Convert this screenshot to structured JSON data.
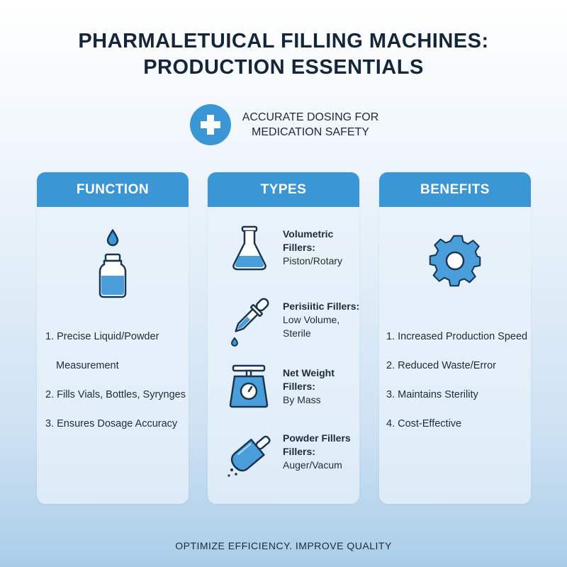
{
  "title": {
    "line1": "PHARMALETUICAL FILLING MACHINES:",
    "line2": "PRODUCTION ESSENTIALS"
  },
  "tagline": {
    "icon": "medical-plus-icon",
    "line1": "ACCURATE DOSING FOR",
    "line2": "MEDICATION SAFETY"
  },
  "cards": {
    "function": {
      "heading": "FUNCTION",
      "icon": "vial-drop-icon",
      "items": [
        {
          "line1": "1. Precise Liquid/Powder",
          "line2": "Measurement"
        },
        {
          "line1": "2. Fills Vials, Bottles, Syrynges"
        },
        {
          "line1": "3. Ensures Dosage Accuracy"
        }
      ]
    },
    "types": {
      "heading": "TYPES",
      "items": [
        {
          "icon": "flask-icon",
          "bold": "Volumetric Fillers:",
          "rest": "Piston/Rotary"
        },
        {
          "icon": "dropper-icon",
          "bold": "Perisiitic Fillers:",
          "rest": "Low Volume, Sterile"
        },
        {
          "icon": "scale-icon",
          "bold": "Net Weight Fillers:",
          "rest": "By Mass"
        },
        {
          "icon": "scoop-icon",
          "bold": "Powder Fillers Fillers:",
          "rest": "Auger/Vacum"
        }
      ]
    },
    "benefits": {
      "heading": "BENEFITS",
      "icon": "gear-icon",
      "items": [
        "1. Increased Production Speed",
        "2. Reduced Waste/Error",
        "3. Maintains Sterility",
        "4. Cost-Effective"
      ]
    }
  },
  "footer": "OPTIMIZE EFFICIENCY. IMPROVE QUALITY",
  "colors": {
    "accent": "#3b96d6",
    "icon_stroke": "#1a3550",
    "icon_fill": "#4a9fdb",
    "text": "#1b2b3d"
  }
}
